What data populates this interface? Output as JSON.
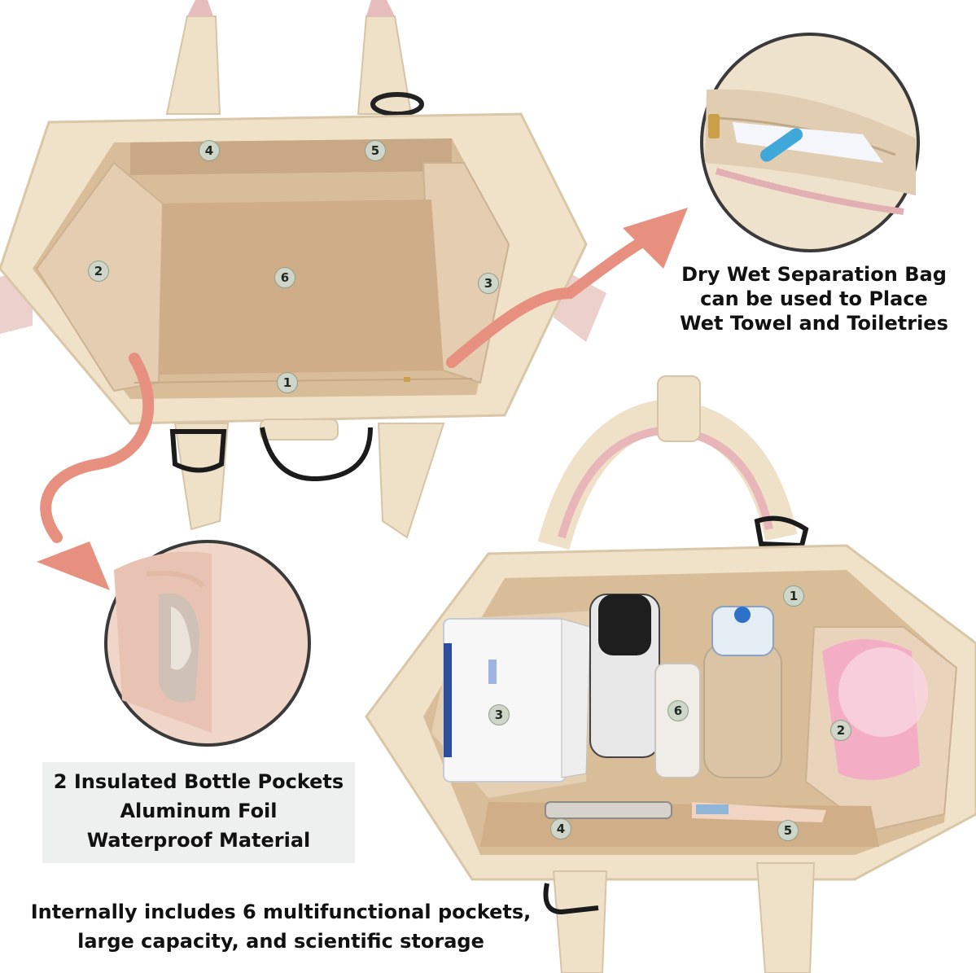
{
  "top_bag": {
    "pockets": [
      "1",
      "2",
      "3",
      "4",
      "5",
      "6"
    ]
  },
  "bottom_bag": {
    "pockets": [
      "1",
      "2",
      "3",
      "4",
      "5",
      "6"
    ]
  },
  "callouts": {
    "dry_wet": {
      "line1": "Dry Wet Separation Bag",
      "line2": "can be used to Place",
      "line3": "Wet Towel and Toiletries"
    },
    "bottle": {
      "line1": "2 Insulated Bottle Pockets",
      "line2": "Aluminum Foil",
      "line3": "Waterproof  Material"
    }
  },
  "footer": {
    "line1": "Internally includes 6 multifunctional pockets,",
    "line2": "large capacity, and scientific storage"
  },
  "colors": {
    "arrow": "#e8907f",
    "canvas": "#e9d6bd",
    "interior": "#d9b896",
    "strap_pink": "#e3b8b8"
  }
}
